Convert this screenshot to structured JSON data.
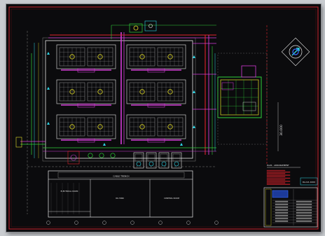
{
  "drawing": {
    "background": "#0b0b0d",
    "frame_color": "#c8202c",
    "colors": {
      "white": "#e8e8e8",
      "green": "#2fd13a",
      "magenta": "#d43cd8",
      "yellow": "#e6e02a",
      "cyan": "#2ed6e6",
      "red": "#e0242c",
      "blue": "#3a6cff"
    },
    "labels": {
      "south_dimension": "30.000",
      "bottom_room": "CABLE TRENCH",
      "left_room": "ELECTRICAL ROOM",
      "middle_room": "OIL TANK",
      "right_room": "CONTROL ROOM",
      "section_title": "PLAN - ARRANGEMENT",
      "title_ref": "DA-DA 1000"
    },
    "north_arrow": "north-arrow-icon"
  }
}
